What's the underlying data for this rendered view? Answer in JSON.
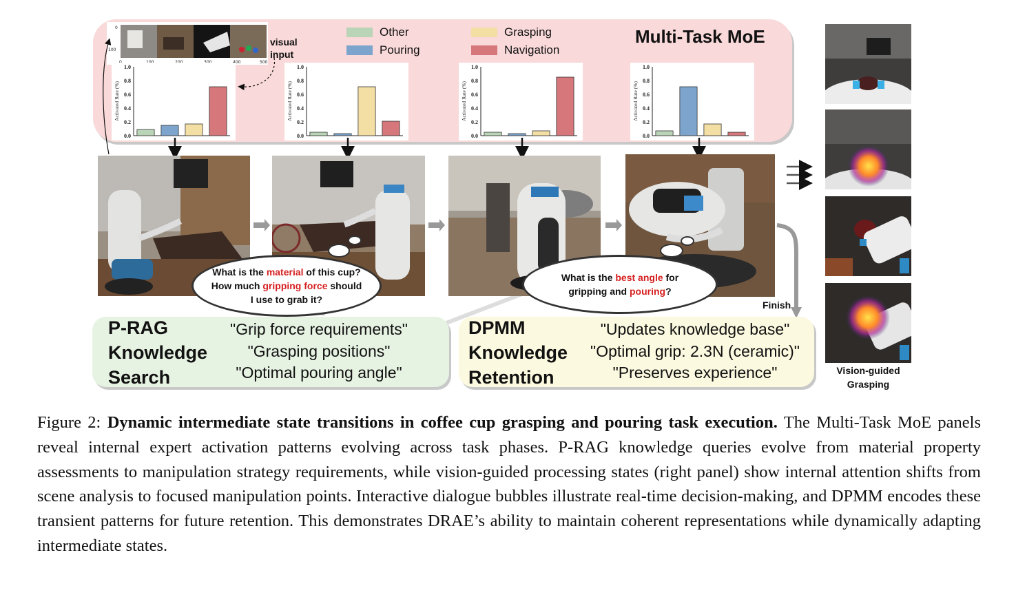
{
  "moe": {
    "title": "Multi-Task MoE",
    "visual_input_label": "visual input",
    "legend": [
      {
        "label": "Other",
        "color": "#b9d4b6"
      },
      {
        "label": "Pouring",
        "color": "#7ca4cc"
      },
      {
        "label": "Grasping",
        "color": "#f3dfa3"
      },
      {
        "label": "Navigation",
        "color": "#d5777b"
      }
    ],
    "visual_input_axis": {
      "x_ticks": [
        "0",
        "100",
        "200",
        "300",
        "400",
        "500"
      ],
      "y_ticks": [
        "0",
        "100"
      ]
    }
  },
  "chart_data": [
    {
      "type": "bar",
      "categories": [
        "Other",
        "Pouring",
        "Grasping",
        "Navigation"
      ],
      "values": [
        0.09,
        0.15,
        0.17,
        0.71
      ],
      "ylabel": "Activated Rate (%)",
      "ylim": [
        0,
        1.0
      ],
      "yticks": [
        "0.0",
        "0.2",
        "0.4",
        "0.6",
        "0.8",
        "1.0"
      ],
      "colors": [
        "#b9d4b6",
        "#7ca4cc",
        "#f3dfa3",
        "#d5777b"
      ]
    },
    {
      "type": "bar",
      "categories": [
        "Other",
        "Pouring",
        "Grasping",
        "Navigation"
      ],
      "values": [
        0.05,
        0.03,
        0.71,
        0.21
      ],
      "ylabel": "Activated Rate (%)",
      "ylim": [
        0,
        1.0
      ],
      "yticks": [
        "0.0",
        "0.2",
        "0.4",
        "0.6",
        "0.8",
        "1.0"
      ],
      "colors": [
        "#b9d4b6",
        "#7ca4cc",
        "#f3dfa3",
        "#d5777b"
      ]
    },
    {
      "type": "bar",
      "categories": [
        "Other",
        "Pouring",
        "Grasping",
        "Navigation"
      ],
      "values": [
        0.05,
        0.03,
        0.07,
        0.85
      ],
      "ylabel": "Activated Rate (%)",
      "ylim": [
        0,
        1.0
      ],
      "yticks": [
        "0.0",
        "0.2",
        "0.4",
        "0.6",
        "0.8",
        "1.0"
      ],
      "colors": [
        "#b9d4b6",
        "#7ca4cc",
        "#f3dfa3",
        "#d5777b"
      ]
    },
    {
      "type": "bar",
      "categories": [
        "Other",
        "Pouring",
        "Grasping",
        "Navigation"
      ],
      "values": [
        0.07,
        0.71,
        0.17,
        0.05
      ],
      "ylabel": "Activated Rate (%)",
      "ylim": [
        0,
        1.0
      ],
      "yticks": [
        "0.0",
        "0.2",
        "0.4",
        "0.6",
        "0.8",
        "1.0"
      ],
      "colors": [
        "#b9d4b6",
        "#7ca4cc",
        "#f3dfa3",
        "#d5777b"
      ]
    }
  ],
  "bubbles": {
    "first": {
      "line1_pre": "What is the ",
      "line1_red": "material",
      "line1_post": " of this cup?",
      "line2_pre": "How much ",
      "line2_red": "gripping force",
      "line2_post": " should",
      "line3": "I use to grab it?"
    },
    "second": {
      "line1_pre": "What is the ",
      "line1_red": "best angle",
      "line1_post": " for",
      "line2_pre": "gripping and ",
      "line2_red": "pouring",
      "line2_post": "?"
    }
  },
  "finish_label": "Finish",
  "prag": {
    "title_lines": [
      "P-RAG",
      "Knowledge",
      "Search"
    ],
    "items": [
      "\"Grip force requirements\"",
      "\"Grasping positions\"",
      "\"Optimal pouring angle\""
    ]
  },
  "dpmm": {
    "title_lines": [
      "DPMM",
      "Knowledge",
      "Retention"
    ],
    "items": [
      "\"Updates knowledge base\"",
      "\"Optimal grip: 2.3N (ceramic)\"",
      "\"Preserves experience\""
    ]
  },
  "vision_label_lines": [
    "Vision-guided",
    "Grasping"
  ],
  "caption": {
    "label": "Figure 2:",
    "bold": "Dynamic intermediate state transitions in coffee cup grasping and pouring task execution.",
    "text": "The Multi-Task MoE panels reveal internal expert activation patterns evolving across task phases. P-RAG knowledge queries evolve from material property assessments to manipulation strategy requirements, while vision-guided processing states (right panel) show internal attention shifts from scene analysis to focused manipulation points. Interactive dialogue bubbles illustrate real-time decision-making, and DPMM encodes these transient patterns for future retention. This demonstrates DRAE’s ability to maintain coherent representations while dynamically adapting intermediate states."
  }
}
